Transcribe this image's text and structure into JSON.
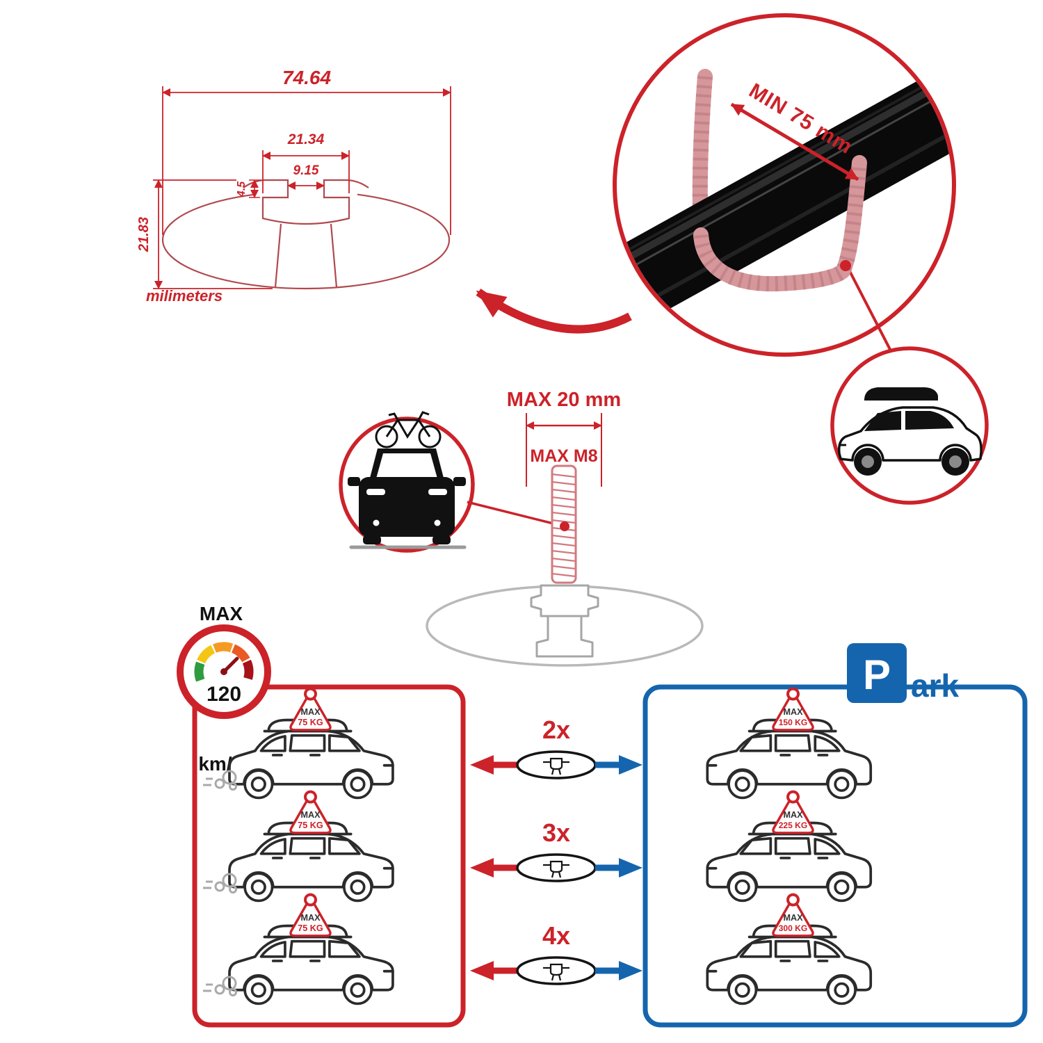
{
  "colors": {
    "accent_red": "#cc2229",
    "accent_blue": "#1565ae",
    "clamp_pink": "#d6979b",
    "gray_outline": "#b5b5b5",
    "bar_black": "#0a0a0a"
  },
  "cross_section": {
    "total_width": "74.64",
    "channel_width": "21.34",
    "slot_width": "9.15",
    "lip_depth": "4.5",
    "total_height": "21.83",
    "units": "milimeters"
  },
  "clamp_detail": {
    "min_label": "MIN 75 mm"
  },
  "bolt_detail": {
    "max_width": "MAX 20 mm",
    "max_bolt": "MAX M8"
  },
  "speed_limit": {
    "heading": "MAX",
    "value": "120",
    "unit": "km/h"
  },
  "park": {
    "p": "P",
    "rest": "ark"
  },
  "driving_cars": [
    {
      "tag_max": "MAX",
      "tag_weight": "75 KG"
    },
    {
      "tag_max": "MAX",
      "tag_weight": "75 KG"
    },
    {
      "tag_max": "MAX",
      "tag_weight": "75 KG"
    }
  ],
  "parked_cars": [
    {
      "tag_max": "MAX",
      "tag_weight": "150 KG"
    },
    {
      "tag_max": "MAX",
      "tag_weight": "225 KG"
    },
    {
      "tag_max": "MAX",
      "tag_weight": "300 KG"
    }
  ],
  "bar_counts": [
    "2x",
    "3x",
    "4x"
  ]
}
